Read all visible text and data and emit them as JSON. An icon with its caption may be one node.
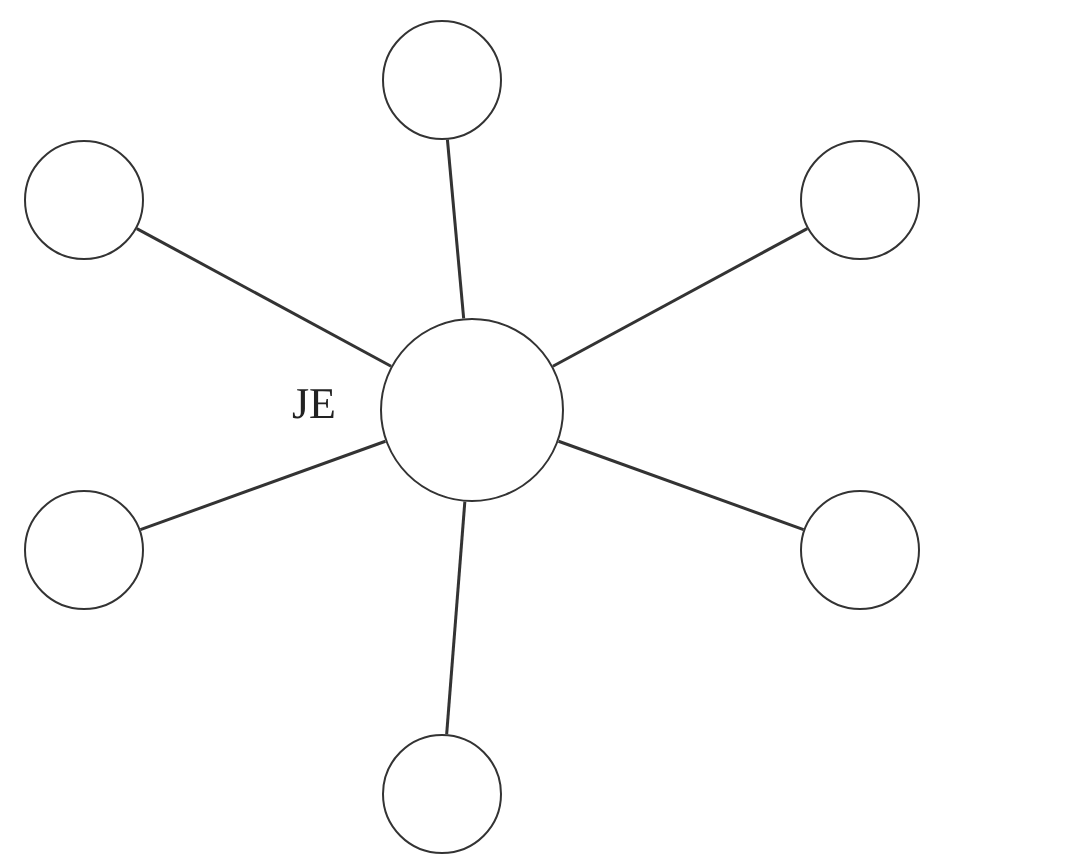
{
  "diagram": {
    "nodes": [
      {
        "text": [],
        "shape": "circle"
      },
      {
        "text": [],
        "shape": "circle"
      },
      {
        "text": [],
        "shape": "circle"
      },
      {
        "text": [],
        "shape": "circle",
        "beside": [
          "JE"
        ]
      },
      {
        "text": [],
        "shape": "circle"
      },
      {
        "text": [],
        "shape": "circle"
      },
      {
        "text": [],
        "shape": "circle"
      }
    ],
    "edges": [
      {
        "from": 3,
        "to": 0,
        "arrow": "none"
      },
      {
        "from": 3,
        "to": 1,
        "arrow": "none"
      },
      {
        "from": 3,
        "to": 2,
        "arrow": "none"
      },
      {
        "from": 3,
        "to": 4,
        "arrow": "none"
      },
      {
        "from": 3,
        "to": 5,
        "arrow": "none"
      },
      {
        "from": 3,
        "to": 6,
        "arrow": "none"
      }
    ]
  }
}
